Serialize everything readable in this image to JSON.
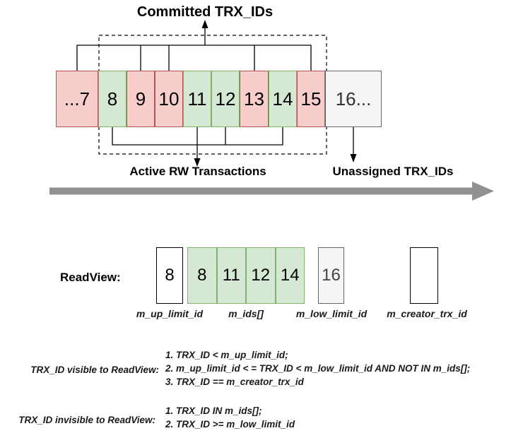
{
  "diagram": {
    "committed_label": "Committed TRX_IDs",
    "active_label": "Active RW Transactions",
    "unassigned_label": "Unassigned TRX_IDs",
    "cells": [
      {
        "label": "...7",
        "type": "red"
      },
      {
        "label": "8",
        "type": "green"
      },
      {
        "label": "9",
        "type": "red"
      },
      {
        "label": "10",
        "type": "red"
      },
      {
        "label": "11",
        "type": "green"
      },
      {
        "label": "12",
        "type": "green"
      },
      {
        "label": "13",
        "type": "red"
      },
      {
        "label": "14",
        "type": "green"
      },
      {
        "label": "15",
        "type": "red"
      },
      {
        "label": "16...",
        "type": "gray"
      }
    ]
  },
  "readview": {
    "label": "ReadView:",
    "up_limit": {
      "value": "8",
      "label": "m_up_limit_id"
    },
    "ids": {
      "values": [
        "8",
        "11",
        "12",
        "14"
      ],
      "label": "m_ids[]"
    },
    "low_limit": {
      "value": "16",
      "label": "m_low_limit_id"
    },
    "creator": {
      "value": "",
      "label": "m_creator_trx_id"
    }
  },
  "rules": {
    "visible": {
      "label": "TRX_ID visible to ReadView:",
      "items": [
        "1. TRX_ID < m_up_limit_id;",
        "2. m_up_limit_id < = TRX_ID < m_low_limit_id AND NOT IN m_ids[];",
        "3. TRX_ID == m_creator_trx_id"
      ]
    },
    "invisible": {
      "label": "TRX_ID invisible to ReadView:",
      "items": [
        "1. TRX_ID IN m_ids[];",
        "2. TRX_ID >= m_low_limit_id"
      ]
    }
  },
  "colors": {
    "committed_fill": "#f8cecc",
    "committed_border": "#b85450",
    "active_fill": "#d5e8d4",
    "active_border": "#82b366",
    "unassigned_fill": "#f5f5f5",
    "unassigned_border": "#666666",
    "timeline_arrow": "#919191"
  }
}
